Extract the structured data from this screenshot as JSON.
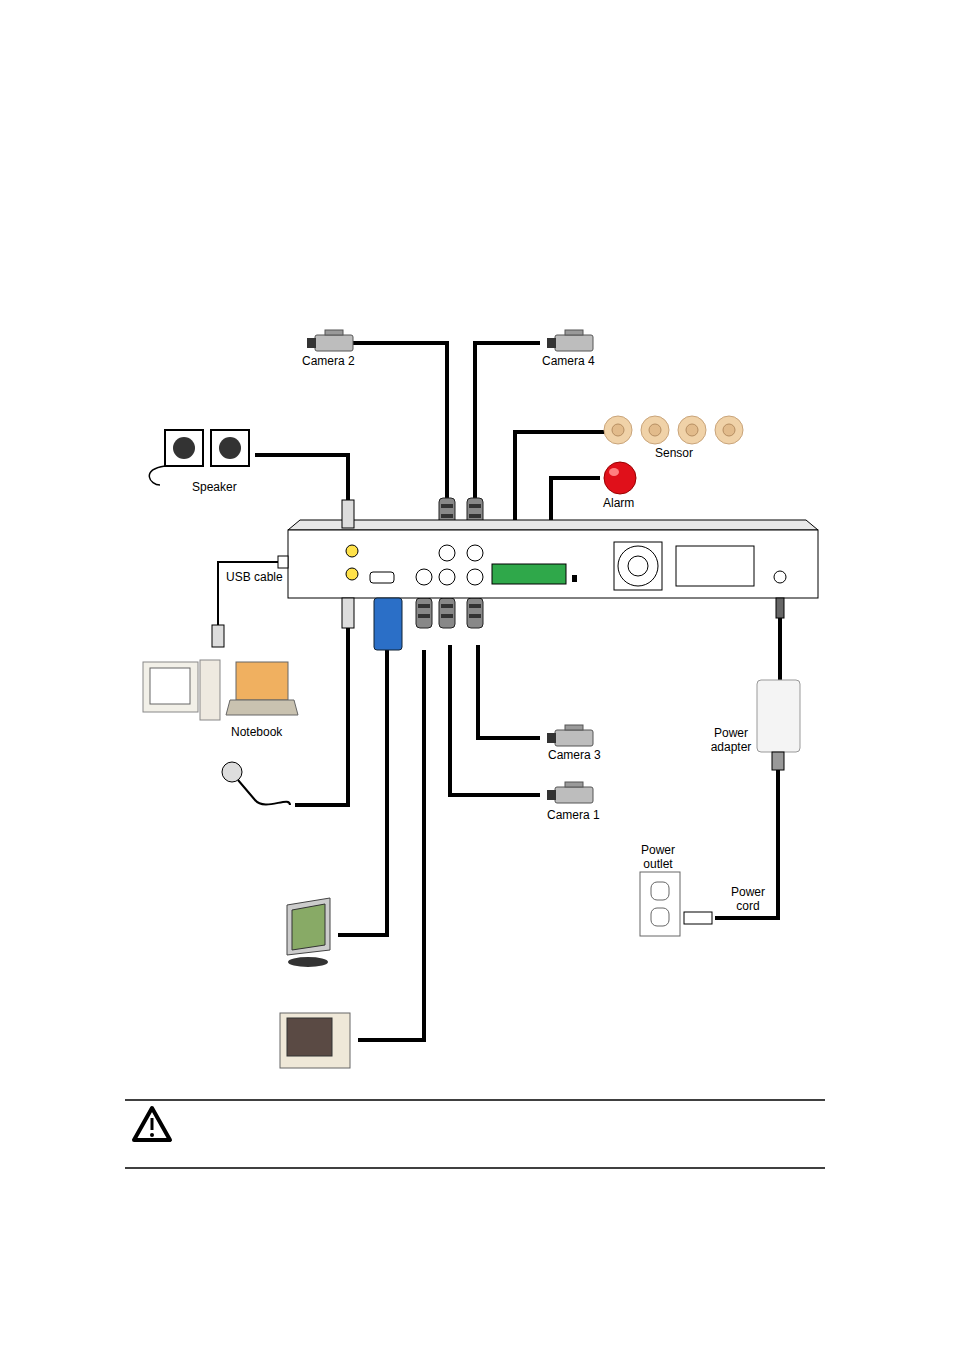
{
  "diagram": {
    "labels": [
      "Camera 2",
      "Camera 4",
      "Sensor",
      "Speaker",
      "Alarm",
      "USB cable",
      "Notebook",
      "Power adapter",
      "Camera 3",
      "Camera 1",
      "Power outlet",
      "Power cord"
    ]
  }
}
